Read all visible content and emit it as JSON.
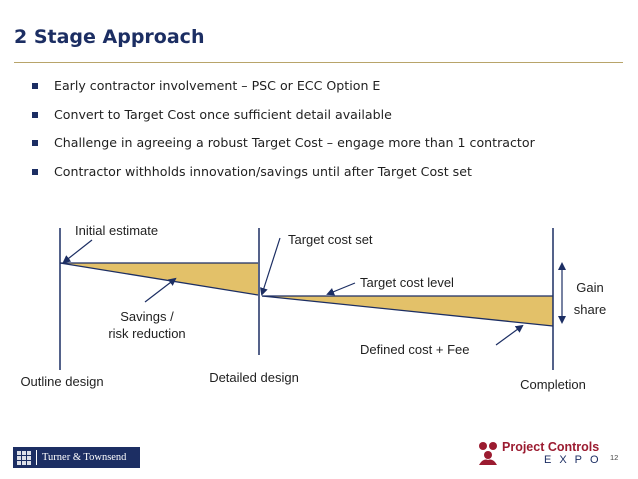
{
  "slide": {
    "title": "2 Stage Approach",
    "bullets": [
      "Early contractor involvement – PSC or ECC Option E",
      "Convert to Target Cost once sufficient detail available",
      "Challenge in agreeing a robust Target Cost – engage more than 1 contractor",
      "Contractor withholds innovation/savings until after Target Cost set"
    ],
    "page_number": "12"
  },
  "diagram": {
    "labels": {
      "initial_estimate": "Initial estimate",
      "target_cost_set": "Target cost set",
      "target_cost_level": "Target cost level",
      "savings_line1": "Savings /",
      "savings_line2": "risk reduction",
      "gain_line1": "Gain",
      "gain_line2": "share",
      "defined_cost": "Defined cost + Fee",
      "outline_design": "Outline design",
      "detailed_design": "Detailed design",
      "completion": "Completion"
    },
    "colors": {
      "fill": "#e3c169",
      "line": "#1c2e63"
    }
  },
  "footer": {
    "tt_logo": "Turner & Townsend",
    "expo_line1": "Project Controls",
    "expo_line2": "EXPO"
  }
}
